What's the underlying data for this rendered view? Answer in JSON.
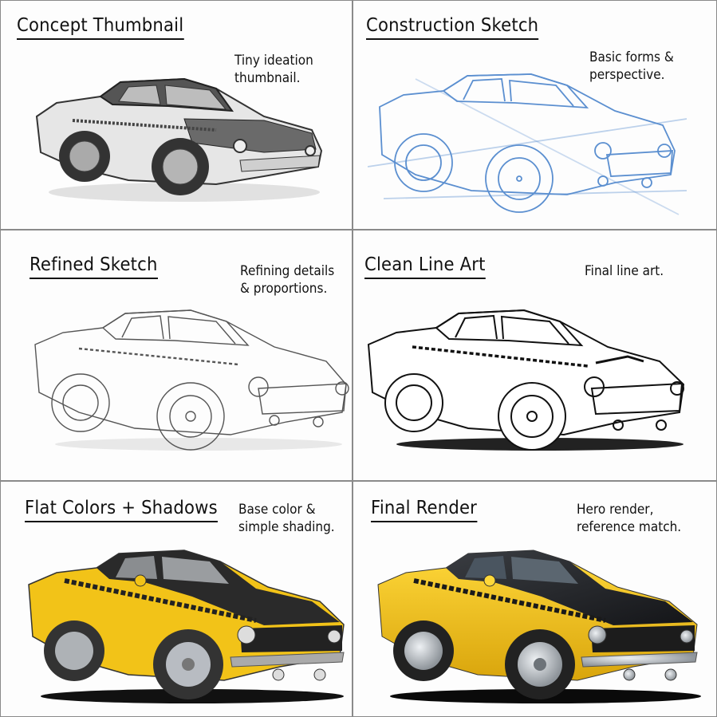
{
  "panels": [
    {
      "id": "concept-thumbnail",
      "title": "Concept Thumbnail",
      "caption": "Tiny ideation\nthumbnail.",
      "style": "grayscale pencil shading"
    },
    {
      "id": "construction-sketch",
      "title": "Construction Sketch",
      "caption": "Basic forms &\nperspective.",
      "style": "blue construction lines"
    },
    {
      "id": "refined-sketch",
      "title": "Refined Sketch",
      "caption": "Refining details\n& proportions.",
      "style": "light gray pencil lines"
    },
    {
      "id": "clean-line-art",
      "title": "Clean Line Art",
      "caption": "Final line art.",
      "style": "black ink lines"
    },
    {
      "id": "flat-colors-shadows",
      "title": "Flat Colors + Shadows",
      "caption": "Base color &\nsimple shading.",
      "style": "flat yellow body, black hood"
    },
    {
      "id": "final-render",
      "title": "Final Render",
      "caption": "Hero render,\nreference match.",
      "style": "rendered yellow body, black hood, chrome wheels"
    }
  ],
  "colors": {
    "border": "#8a8a8a",
    "ink": "#111111",
    "sketch_blue": "#5b8fd0",
    "body_yellow": "#f2c318",
    "hood_black": "#2a2a2a",
    "chrome": "#b8bcc2"
  }
}
